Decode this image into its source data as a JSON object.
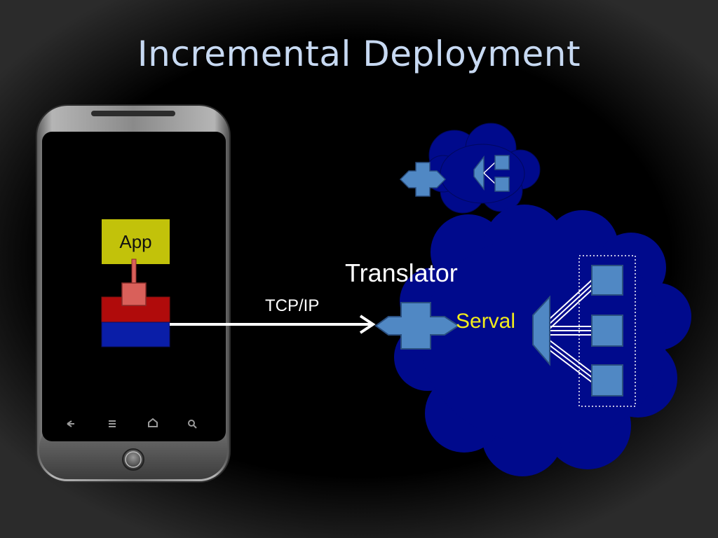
{
  "slide": {
    "title": "Incremental Deployment"
  },
  "diagram": {
    "app_label": "App",
    "tcp_label": "TCP/IP",
    "translator_label": "Translator",
    "serval_label": "Serval"
  },
  "colors": {
    "title": "#c7d9f2",
    "cloud": "#000a8c",
    "app_box": "#c2c20a",
    "red_layer": "#b00b0b",
    "blue_layer": "#0a1ea8",
    "node": "#5088c4",
    "serval_text": "#f2ec1c"
  }
}
